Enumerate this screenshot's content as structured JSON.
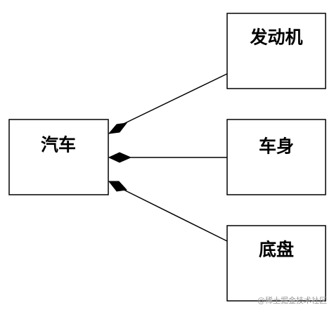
{
  "nodes": {
    "car": {
      "label": "汽车"
    },
    "engine": {
      "label": "发动机"
    },
    "body": {
      "label": "车身"
    },
    "chassis": {
      "label": "底盘"
    }
  },
  "relations": [
    {
      "whole": "car",
      "part": "engine",
      "type": "composition"
    },
    {
      "whole": "car",
      "part": "body",
      "type": "composition"
    },
    {
      "whole": "car",
      "part": "chassis",
      "type": "composition"
    }
  ],
  "watermark": {
    "text": "@稀土掘金技术社区"
  }
}
